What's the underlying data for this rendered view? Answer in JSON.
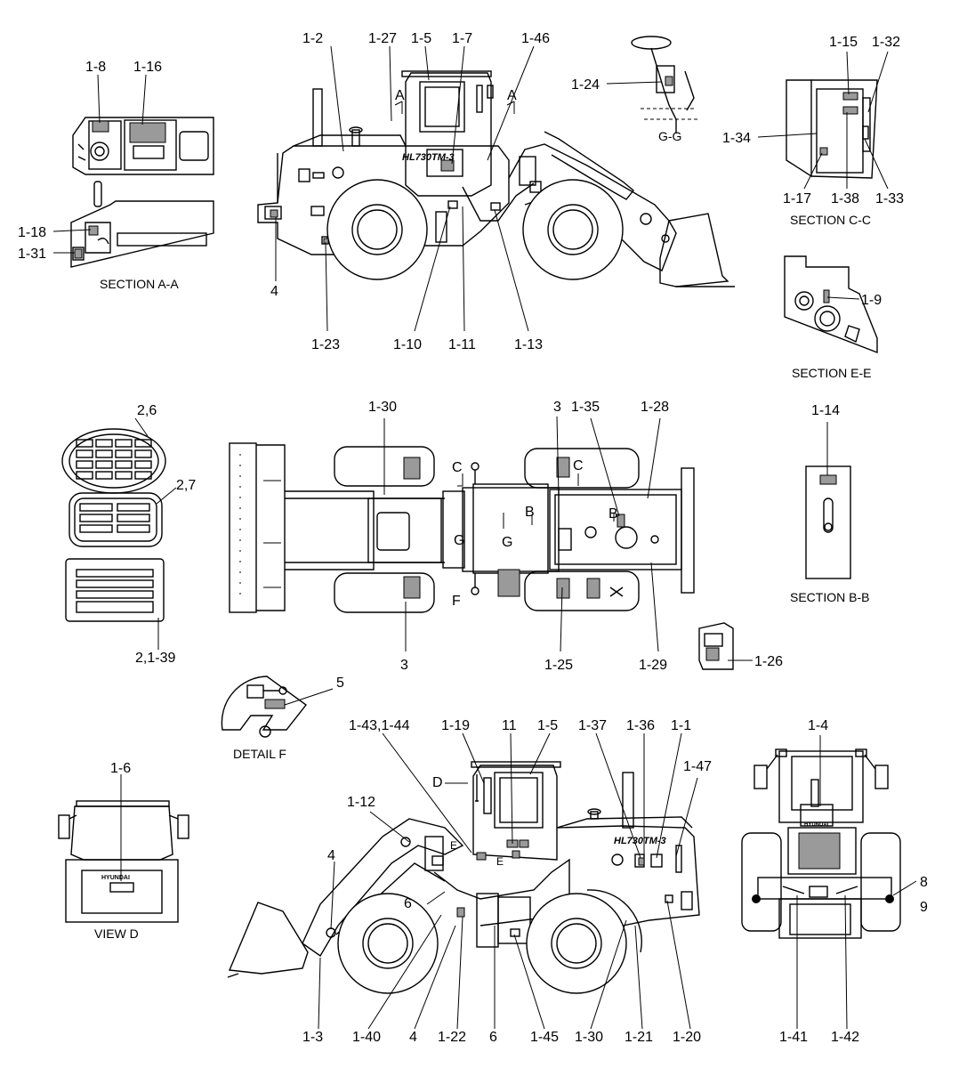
{
  "callouts": {
    "c1_2": "1-2",
    "c1_27": "1-27",
    "c1_5a": "1-5",
    "c1_7": "1-7",
    "c1_46": "1-46",
    "c1_8": "1-8",
    "c1_16": "1-16",
    "c1_18": "1-18",
    "c1_31": "1-31",
    "c1_24": "1-24",
    "c1_15": "1-15",
    "c1_32": "1-32",
    "c1_34": "1-34",
    "c1_17": "1-17",
    "c1_38": "1-38",
    "c1_33": "1-33",
    "c1_9": "1-9",
    "c4a": "4",
    "c1_23": "1-23",
    "c1_10": "1-10",
    "c1_11": "1-11",
    "c1_13": "1-13",
    "cA1": "A",
    "cA2": "A",
    "c2_6": "2,6",
    "c2_7": "2,7",
    "c2_1_39": "2,1-39",
    "c1_30a": "1-30",
    "c3a": "3",
    "c1_35": "1-35",
    "c1_28": "1-28",
    "c3b": "3",
    "c1_25": "1-25",
    "c1_29": "1-29",
    "c1_14": "1-14",
    "c1_26": "1-26",
    "cC1": "C",
    "cC2": "C",
    "cB1": "B",
    "cB2": "B",
    "cG1": "G",
    "cG2": "G",
    "cF": "F",
    "c5": "5",
    "c1_43_44": "1-43,1-44",
    "c1_19": "1-19",
    "c11": "11",
    "c1_5b": "1-5",
    "c1_37": "1-37",
    "c1_36": "1-36",
    "c1_1": "1-1",
    "c1_47": "1-47",
    "c1_12": "1-12",
    "c4b": "4",
    "c6a": "6",
    "cD": "D",
    "c1_6": "1-6",
    "c1_4": "1-4",
    "c8": "8",
    "c9": "9",
    "c1_3": "1-3",
    "c1_40": "1-40",
    "c4c": "4",
    "c1_22": "1-22",
    "c6b": "6",
    "c1_45": "1-45",
    "c1_30b": "1-30",
    "c1_21": "1-21",
    "c1_20": "1-20",
    "c1_41": "1-41",
    "c1_42": "1-42",
    "cE1": "E",
    "cE2": "E"
  },
  "captions": {
    "section_aa": "SECTION A-A",
    "gg": "G-G",
    "section_cc": "SECTION C-C",
    "section_ee": "SECTION E-E",
    "section_bb": "SECTION B-B",
    "detail_f": "DETAIL F",
    "view_d": "VIEW D"
  },
  "machine_marks": {
    "model_top": "HL730TM-3",
    "model_bottom": "HL730TM-3",
    "brand_front": "HYUNDAI",
    "brand_rear": "HYUNDAI"
  }
}
